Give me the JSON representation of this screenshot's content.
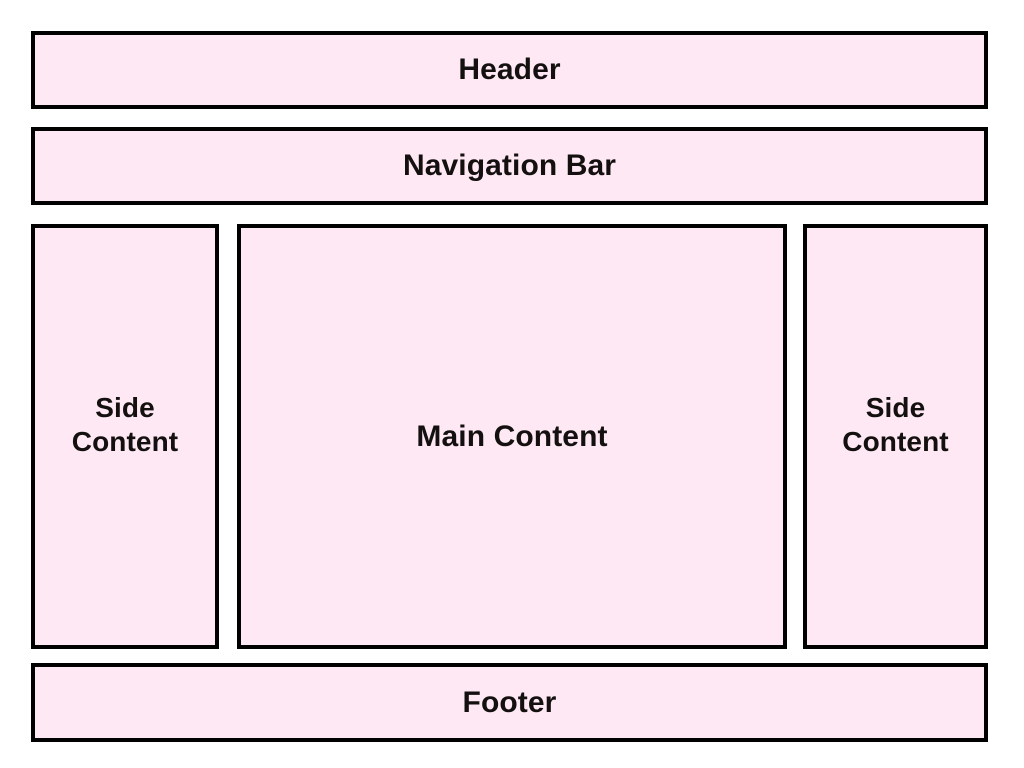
{
  "page": {
    "title": "Page Layout Wireframe",
    "background_color": "#ffffff"
  },
  "style": {
    "block_fill": "#fde8f4",
    "block_border": "#000000",
    "text_color": "#14100f"
  },
  "layout": {
    "header": {
      "label": "Header",
      "region": "header"
    },
    "navigation": {
      "label": "Navigation Bar",
      "region": "nav"
    },
    "side_left": {
      "label": "Side\nContent",
      "region": "aside-left"
    },
    "main": {
      "label": "Main Content",
      "region": "main"
    },
    "side_right": {
      "label": "Side\nContent",
      "region": "aside-right"
    },
    "footer": {
      "label": "Footer",
      "region": "footer"
    }
  }
}
